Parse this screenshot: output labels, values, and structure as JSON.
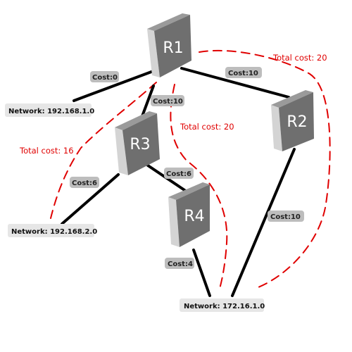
{
  "routers": [
    {
      "id": "r1",
      "label": "R1"
    },
    {
      "id": "r2",
      "label": "R2"
    },
    {
      "id": "r3",
      "label": "R3"
    },
    {
      "id": "r4",
      "label": "R4"
    }
  ],
  "networks": [
    {
      "id": "net1",
      "label": "Network: 192.168.1.0"
    },
    {
      "id": "net2",
      "label": "Network: 192.168.2.0"
    },
    {
      "id": "net3",
      "label": "Network: 172.16.1.0"
    }
  ],
  "link_costs": {
    "r1_net1": "Cost:0",
    "r1_r3": "Cost:10",
    "r1_r2": "Cost:10",
    "r3_net2": "Cost:6",
    "r3_r4": "Cost:6",
    "r4_net3": "Cost:4",
    "r2_net3": "Cost:10"
  },
  "path_totals": {
    "via_r2": "Total cost: 20",
    "via_r3_r4": "Total cost: 20",
    "to_net2": "Total cost: 16"
  },
  "colors": {
    "link": "#000000",
    "path": "#e00000",
    "router_front": "#6f6f6f",
    "router_side": "#c8c8c8",
    "cost_pill": "#bdbdbd",
    "network_box": "#e6e6e6"
  }
}
